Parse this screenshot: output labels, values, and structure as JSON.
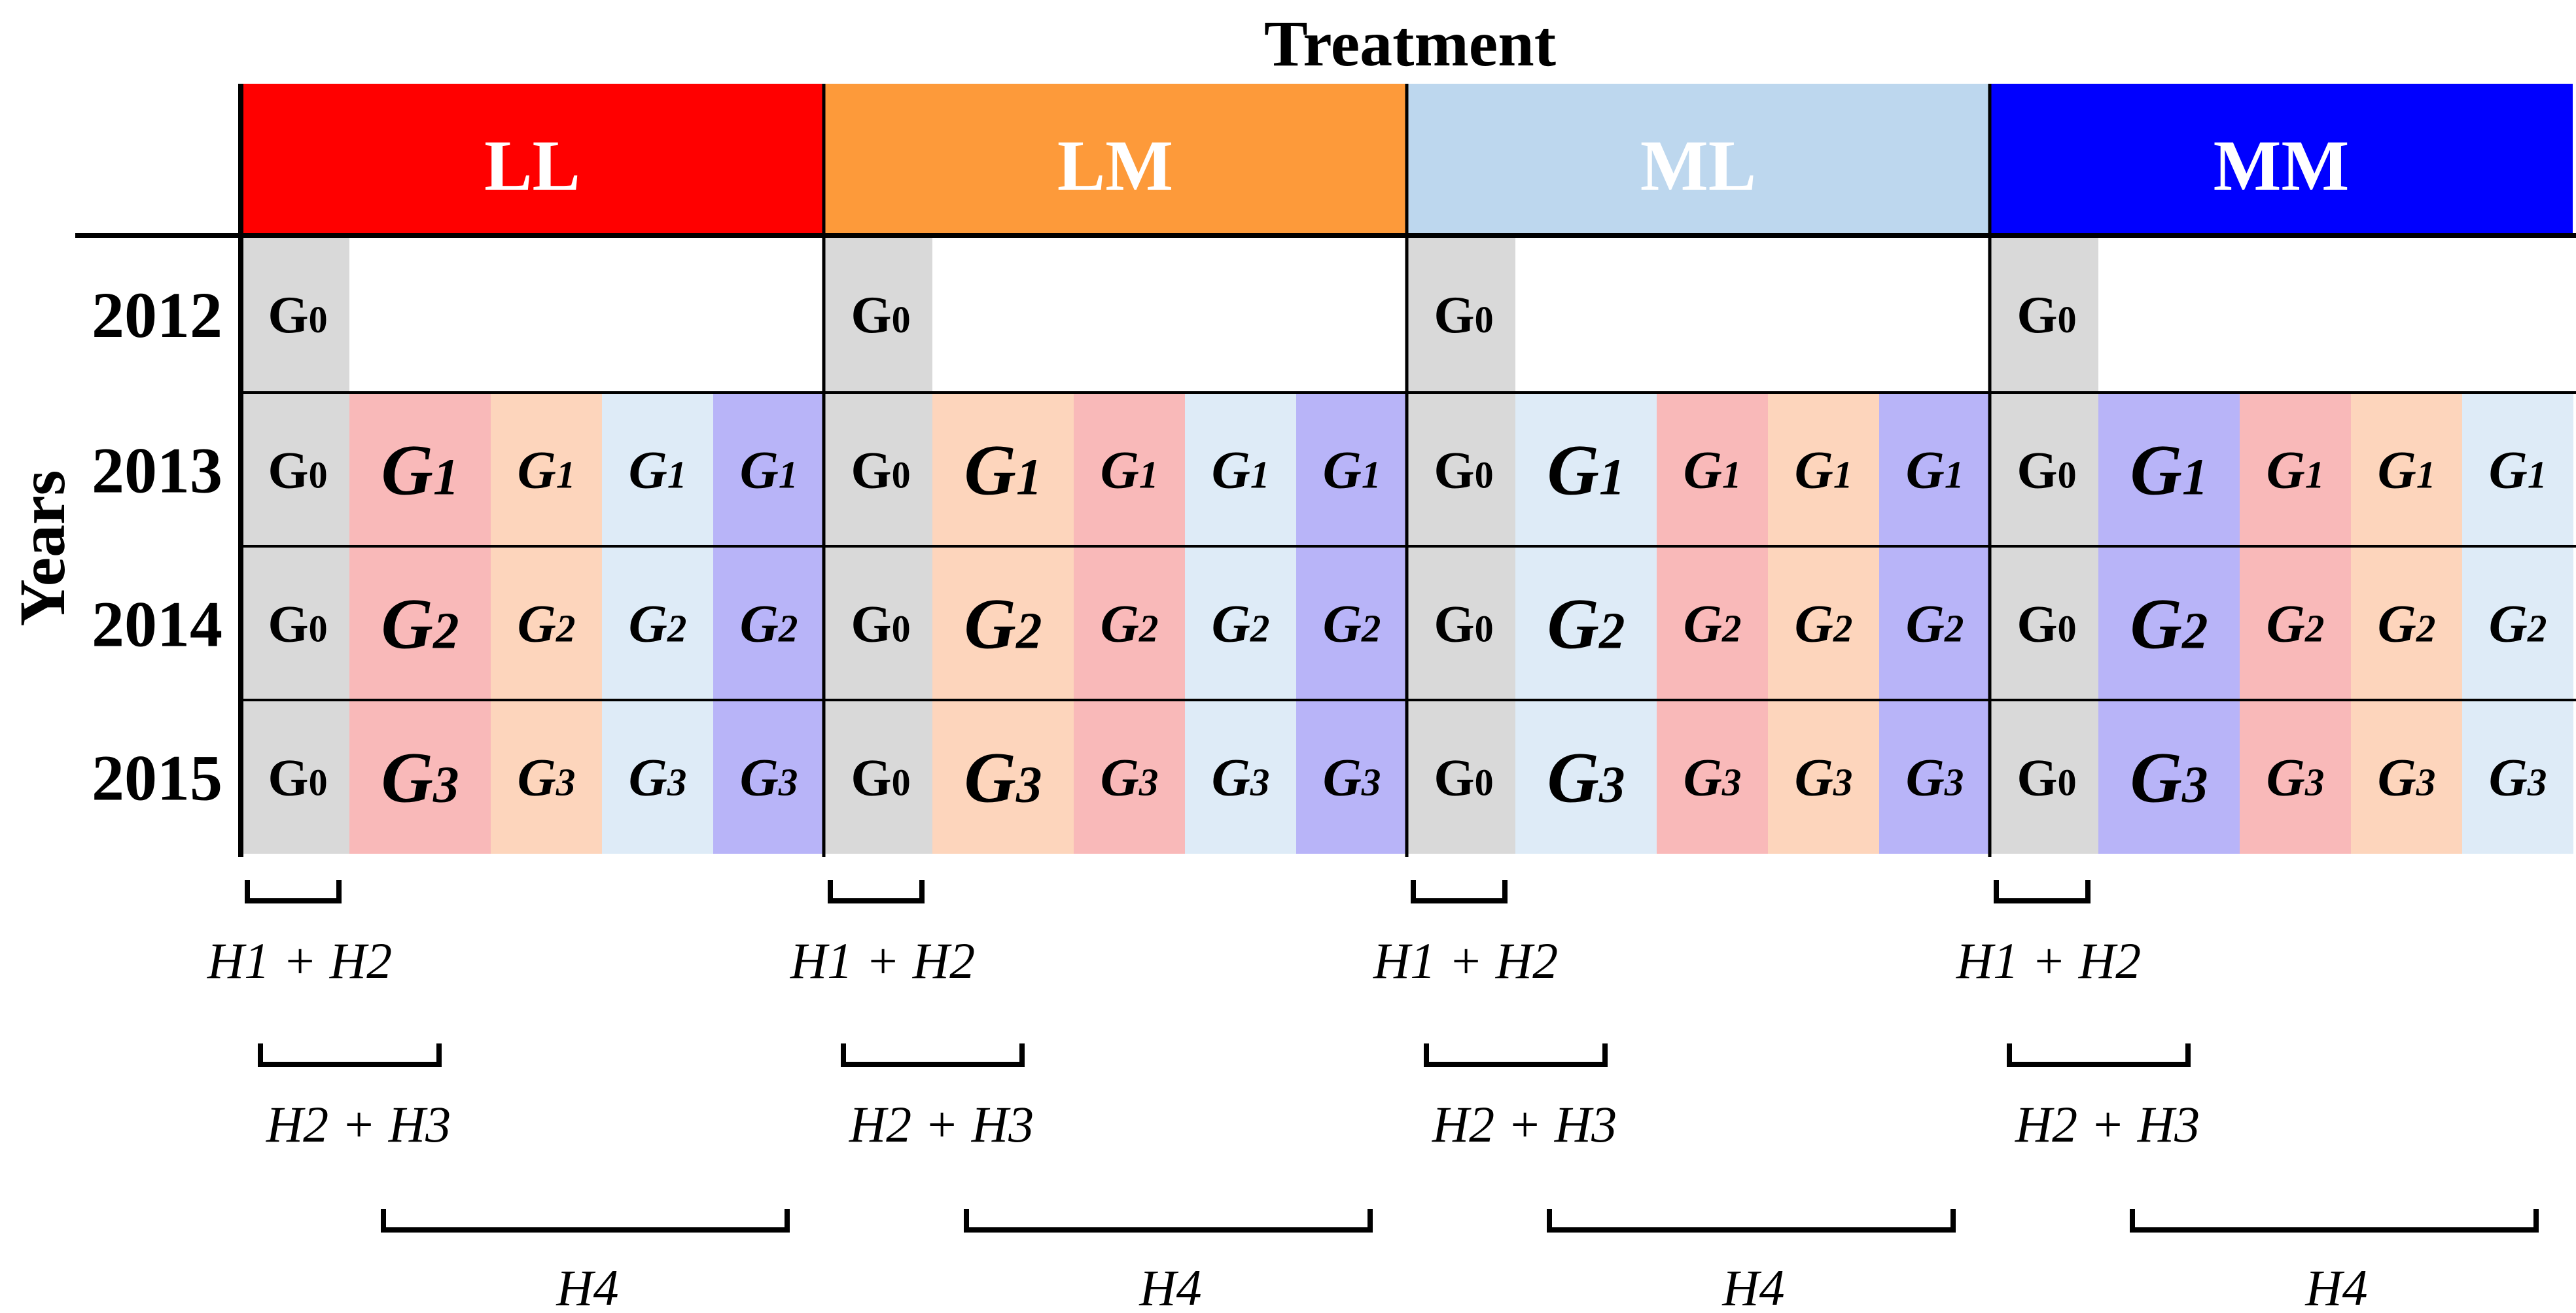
{
  "diagram": {
    "title": "Treatment",
    "y_axis_label": "Years",
    "colors": {
      "LL": "#ff0000",
      "LM": "#fd9a3a",
      "ML": "#bdd7ee",
      "MM": "#0000ff",
      "G0_cell": "#d9d9d9",
      "LL_cell": "#f9b9b9",
      "LM_cell": "#fdd5bc",
      "ML_cell": "#deebf7",
      "MM_cell": "#b8b4f8"
    },
    "treatments": [
      {
        "label": "LL",
        "color_key": "LL",
        "g0": "G0",
        "cells_2013": [
          {
            "text": "G1",
            "color_key": "LL_cell"
          },
          {
            "text": "G1",
            "color_key": "LM_cell"
          },
          {
            "text": "G1",
            "color_key": "ML_cell"
          },
          {
            "text": "G1",
            "color_key": "MM_cell"
          }
        ],
        "cells_2014": [
          {
            "text": "G2",
            "color_key": "LL_cell"
          },
          {
            "text": "G2",
            "color_key": "LM_cell"
          },
          {
            "text": "G2",
            "color_key": "ML_cell"
          },
          {
            "text": "G2",
            "color_key": "MM_cell"
          }
        ],
        "cells_2015": [
          {
            "text": "G3",
            "color_key": "LL_cell"
          },
          {
            "text": "G3",
            "color_key": "LM_cell"
          },
          {
            "text": "G3",
            "color_key": "ML_cell"
          },
          {
            "text": "G3",
            "color_key": "MM_cell"
          }
        ],
        "bracket_labels": [
          "H1 + H2",
          "H2 + H3",
          "H4"
        ]
      },
      {
        "label": "LM",
        "color_key": "LM",
        "g0": "G0",
        "cells_2013": [
          {
            "text": "G1",
            "color_key": "LM_cell"
          },
          {
            "text": "G1",
            "color_key": "LL_cell"
          },
          {
            "text": "G1",
            "color_key": "ML_cell"
          },
          {
            "text": "G1",
            "color_key": "MM_cell"
          }
        ],
        "cells_2014": [
          {
            "text": "G2",
            "color_key": "LM_cell"
          },
          {
            "text": "G2",
            "color_key": "LL_cell"
          },
          {
            "text": "G2",
            "color_key": "ML_cell"
          },
          {
            "text": "G2",
            "color_key": "MM_cell"
          }
        ],
        "cells_2015": [
          {
            "text": "G3",
            "color_key": "LM_cell"
          },
          {
            "text": "G3",
            "color_key": "LL_cell"
          },
          {
            "text": "G3",
            "color_key": "ML_cell"
          },
          {
            "text": "G3",
            "color_key": "MM_cell"
          }
        ],
        "bracket_labels": [
          "H1 + H2",
          "H2 + H3",
          "H4"
        ]
      },
      {
        "label": "ML",
        "color_key": "ML",
        "g0": "G0",
        "cells_2013": [
          {
            "text": "G1",
            "color_key": "ML_cell"
          },
          {
            "text": "G1",
            "color_key": "LL_cell"
          },
          {
            "text": "G1",
            "color_key": "LM_cell"
          },
          {
            "text": "G1",
            "color_key": "MM_cell"
          }
        ],
        "cells_2014": [
          {
            "text": "G2",
            "color_key": "ML_cell"
          },
          {
            "text": "G2",
            "color_key": "LL_cell"
          },
          {
            "text": "G2",
            "color_key": "LM_cell"
          },
          {
            "text": "G2",
            "color_key": "MM_cell"
          }
        ],
        "cells_2015": [
          {
            "text": "G3",
            "color_key": "ML_cell"
          },
          {
            "text": "G3",
            "color_key": "LL_cell"
          },
          {
            "text": "G3",
            "color_key": "LM_cell"
          },
          {
            "text": "G3",
            "color_key": "MM_cell"
          }
        ],
        "bracket_labels": [
          "H1 + H2",
          "H2 + H3",
          "H4"
        ]
      },
      {
        "label": "MM",
        "color_key": "MM",
        "g0": "G0",
        "cells_2013": [
          {
            "text": "G1",
            "color_key": "MM_cell"
          },
          {
            "text": "G1",
            "color_key": "LL_cell"
          },
          {
            "text": "G1",
            "color_key": "LM_cell"
          },
          {
            "text": "G1",
            "color_key": "ML_cell"
          }
        ],
        "cells_2014": [
          {
            "text": "G2",
            "color_key": "MM_cell"
          },
          {
            "text": "G2",
            "color_key": "LL_cell"
          },
          {
            "text": "G2",
            "color_key": "LM_cell"
          },
          {
            "text": "G2",
            "color_key": "ML_cell"
          }
        ],
        "cells_2015": [
          {
            "text": "G3",
            "color_key": "MM_cell"
          },
          {
            "text": "G3",
            "color_key": "LL_cell"
          },
          {
            "text": "G3",
            "color_key": "LM_cell"
          },
          {
            "text": "G3",
            "color_key": "ML_cell"
          }
        ],
        "bracket_labels": [
          "H1 + H2",
          "H2 + H3",
          "H4"
        ]
      }
    ],
    "years": [
      "2012",
      "2013",
      "2014",
      "2015"
    ]
  }
}
